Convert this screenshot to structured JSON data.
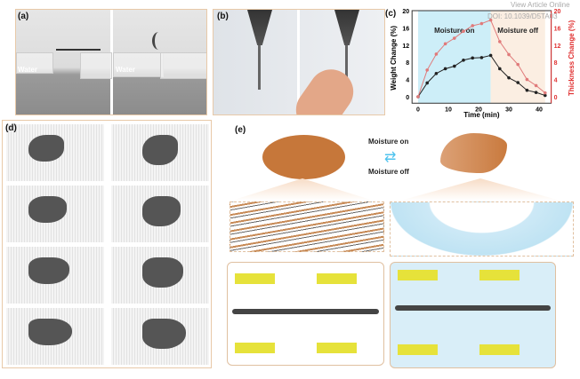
{
  "panels": {
    "a": "(a)",
    "b": "(b)",
    "c": "(c)",
    "d": "(d)",
    "e": "(e)"
  },
  "panel_a": {
    "water_label_1": "Water",
    "water_label_2": "Water"
  },
  "panel_e": {
    "moisture_on": "Moisture on",
    "moisture_off": "Moisture off"
  },
  "watermark": {
    "line1": "View Article Online",
    "line2": "DOI: 10.1039/D5TA03"
  },
  "chart_data": {
    "type": "line",
    "xlabel": "Time (min)",
    "ylabel": "Weight Change (%)",
    "y2label": "Thickness Change (%)",
    "xlim": [
      -2,
      44
    ],
    "ylim": [
      -1.5,
      20
    ],
    "y2lim": [
      -1.5,
      20
    ],
    "xticks": [
      0,
      10,
      20,
      30,
      40
    ],
    "yticks": [
      0,
      4,
      8,
      12,
      16,
      20
    ],
    "y2ticks": [
      0,
      4,
      8,
      12,
      16,
      20
    ],
    "regions": [
      {
        "label": "Moisture on",
        "from": 0,
        "to": 24,
        "color": "#cdeef8"
      },
      {
        "label": "Moisture off",
        "from": 24,
        "to": 42,
        "color": "#fbeee2"
      }
    ],
    "x": [
      0,
      3,
      6,
      9,
      12,
      15,
      18,
      21,
      24,
      27,
      30,
      33,
      36,
      39,
      42
    ],
    "series": [
      {
        "name": "Weight Change",
        "axis": "left",
        "color": "#222222",
        "values": [
          0,
          3.2,
          5.4,
          6.5,
          7.1,
          8.5,
          9.0,
          9.1,
          9.6,
          6.5,
          4.4,
          3.3,
          1.5,
          1.0,
          0.3
        ]
      },
      {
        "name": "Thickness Change",
        "axis": "right",
        "color": "#e07a7a",
        "values": [
          0,
          6.2,
          9.9,
          12.3,
          13.6,
          15.2,
          16.5,
          17.0,
          17.8,
          12.8,
          9.8,
          7.5,
          4.0,
          2.6,
          0.9
        ]
      }
    ]
  }
}
